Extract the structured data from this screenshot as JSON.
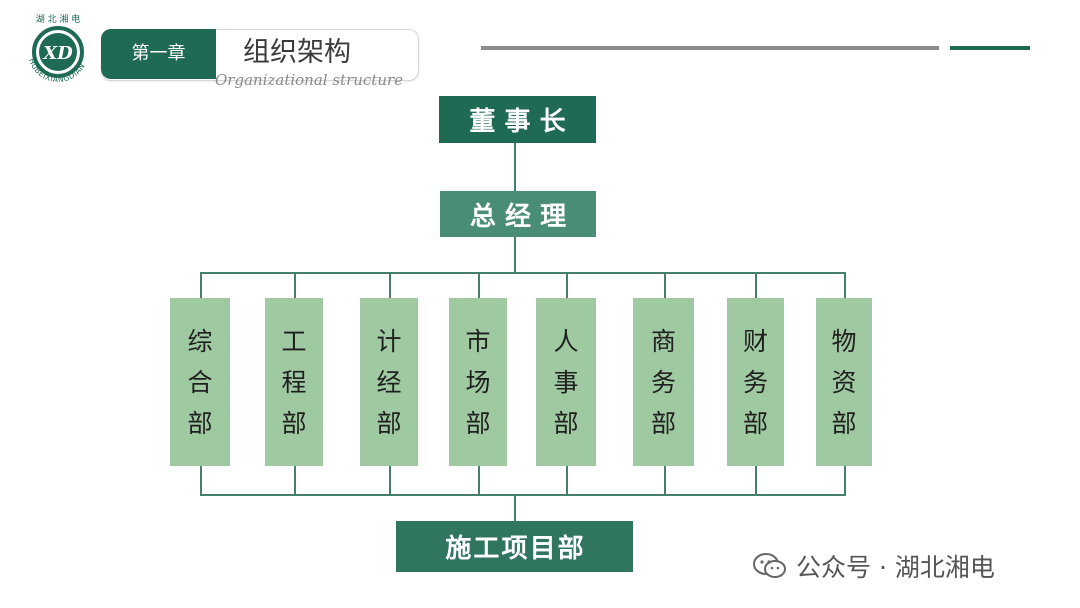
{
  "logo": {
    "text_top": "湖 北 湘 电",
    "text_ring": "HUBEIXIANGDIAN",
    "monogram": "XD"
  },
  "header": {
    "chapter_label": "第一章",
    "title": "组织架构",
    "subtitle": "Organizational structure"
  },
  "org": {
    "chairman": "董事长",
    "general_manager": "总经理",
    "departments": [
      {
        "chars": [
          "综",
          "合",
          "部"
        ]
      },
      {
        "chars": [
          "工",
          "程",
          "部"
        ]
      },
      {
        "chars": [
          "计",
          "经",
          "部"
        ]
      },
      {
        "chars": [
          "市",
          "场",
          "部"
        ]
      },
      {
        "chars": [
          "人",
          "事",
          "部"
        ]
      },
      {
        "chars": [
          "商",
          "务",
          "部"
        ]
      },
      {
        "chars": [
          "财",
          "务",
          "部"
        ]
      },
      {
        "chars": [
          "物",
          "资",
          "部"
        ]
      }
    ],
    "project_dept": "施工项目部"
  },
  "footer": {
    "icon": "wechat-icon",
    "text": "公众号 · 湖北湘电"
  },
  "colors": {
    "dark_green": "#1e6a54",
    "mid_green": "#4a8d75",
    "light_green": "#9fc9a1",
    "line_gray": "#8c8c8c"
  }
}
